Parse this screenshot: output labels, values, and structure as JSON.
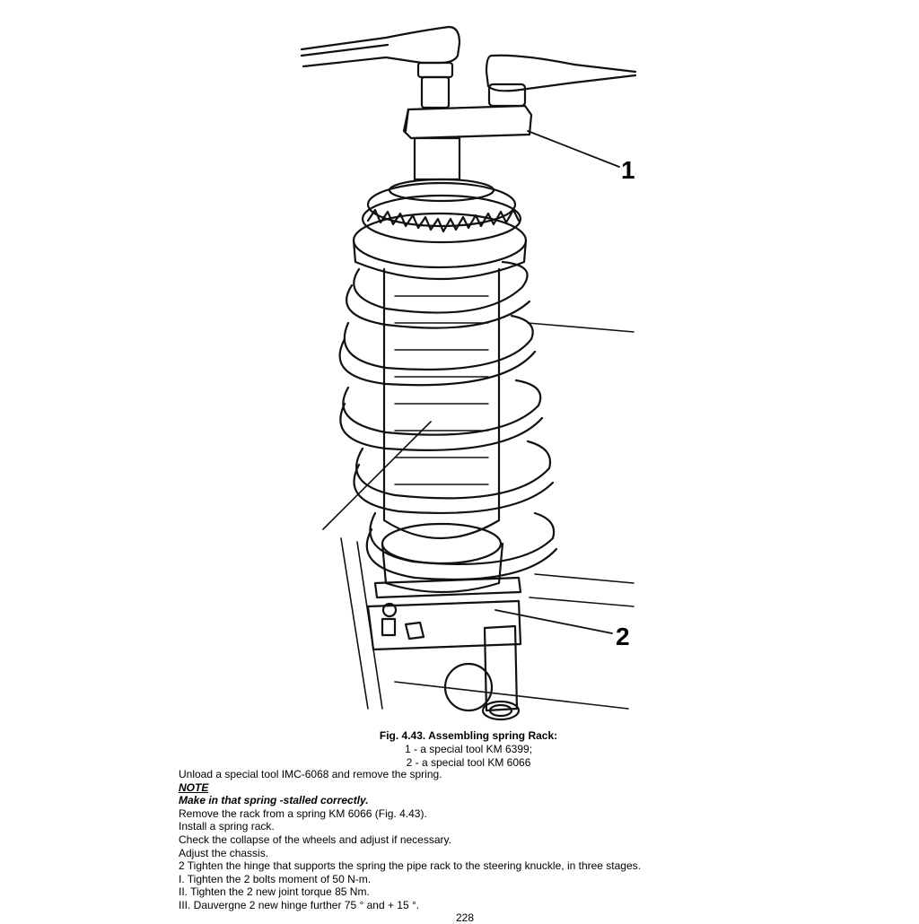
{
  "figure": {
    "callouts": [
      "1",
      "2"
    ],
    "caption_title": "Fig.  4.43. Assembling  spring  Rack:",
    "caption_lines": [
      "1 - a special tool KM 6399;",
      "2 - a special tool KM 6066"
    ]
  },
  "body": {
    "unload": "Unload a special tool IMC-6068 and remove the spring.",
    "note_heading": "NOTE",
    "note_text": "Make  in  that  spring  -stalled  correctly.",
    "steps": [
      "Remove the rack from a spring KM 6066 (Fig. 4.43).",
      "Install a spring rack.",
      "Check the collapse of the wheels and adjust if necessary.",
      "Adjust the chassis.",
      "2 Tighten the hinge that supports the spring the pipe rack to the steering knuckle, in three stages.",
      "I.  Tighten the 2 bolts moment of 50 N-m.",
      "II.  Tighten the 2 new joint torque 85 Nm.",
      "III.  Dauvergne 2 new hinge further 75 ° and + 15 °."
    ]
  },
  "page_number": "228"
}
